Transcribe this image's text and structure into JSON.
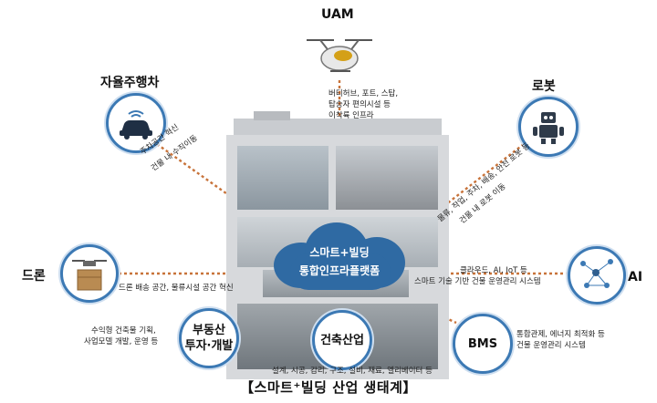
{
  "title_uam": "UAM",
  "title_autonomous_car": "자율주행차",
  "title_robot": "로봇",
  "title_drone": "드론",
  "title_ai": "AI",
  "uam_desc": [
    "버티허브, 포트, 스탑,",
    "탑승자 편의시설 등",
    "이착륙 인프라"
  ],
  "car_desc": [
    "주차공간 혁신",
    "건물 내 수직이동"
  ],
  "robot_desc": [
    "물류, 작업, 주차, 배송, 안전 로봇 등",
    "건물 내 로봇 이동"
  ],
  "drone_desc": "드론 배송 공간, 물류시설 공간 혁신",
  "ai_desc": [
    "클라우드, AI, IoT 등",
    "스마트 기술 기반 건물 운영관리 시스템"
  ],
  "cloud_line1": "스마트+빌딩",
  "cloud_line2": "통합인프라플랫폼",
  "realestate_label": [
    "부동산",
    "투자·개발"
  ],
  "realestate_desc": [
    "수익형 건축물 기획,",
    "사업모델 개발, 운영 등"
  ],
  "construction_label": "건축산업",
  "construction_desc": "설계, 시공, 감리, 구조, 설비, 재료, 엘리베이터 등",
  "bms_label": "BMS",
  "bms_desc": [
    "통합관제, 에너지 최적화 등",
    "건물 운영관리 시스템"
  ],
  "footer": "【스마트⁺빌딩 산업 생태계】",
  "colors": {
    "accent": "#3c79b4",
    "cloud": "#2f6aa3",
    "dotted": "#c8733a"
  }
}
